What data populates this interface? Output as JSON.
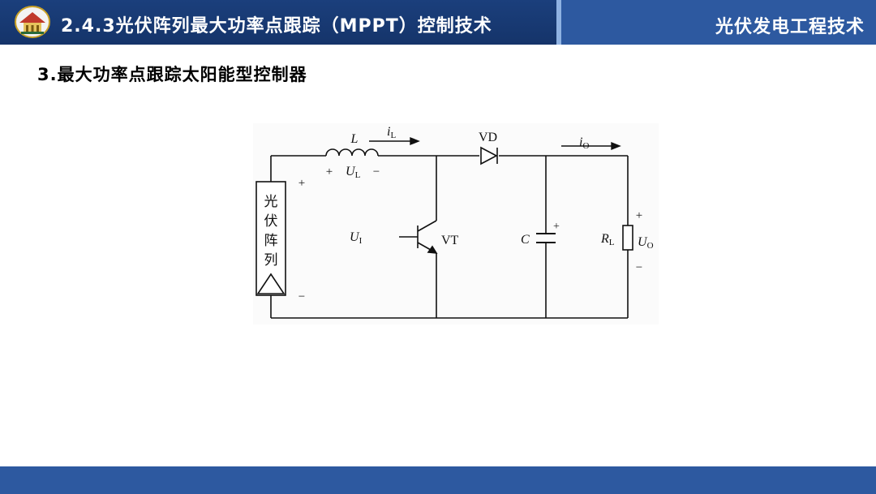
{
  "header": {
    "section_title": "2.4.3光伏阵列最大功率点跟踪（MPPT）控制技术",
    "course_title": "光伏发电工程技术",
    "colors": {
      "title_bg": "#1b3f7c",
      "bar": "#2d59a0"
    }
  },
  "content": {
    "subheading": "3.最大功率点跟踪太阳能型控制器"
  },
  "circuit": {
    "pv_array_label": [
      "光",
      "伏",
      "阵",
      "列"
    ],
    "inductor": {
      "name": "L",
      "current_main": "i",
      "current_sub": "L",
      "volt_main": "U",
      "volt_sub": "L",
      "plus": "+",
      "minus": "−"
    },
    "input_voltage": {
      "main": "U",
      "sub": "I",
      "plus": "+",
      "minus": "−"
    },
    "transistor": "VT",
    "diode": "VD",
    "capacitor": {
      "name": "C",
      "plus": "+"
    },
    "load": {
      "r_main": "R",
      "r_sub": "L",
      "u_main": "U",
      "u_sub": "O",
      "i_main": "i",
      "i_sub": "O",
      "plus": "+",
      "minus": "−"
    }
  }
}
